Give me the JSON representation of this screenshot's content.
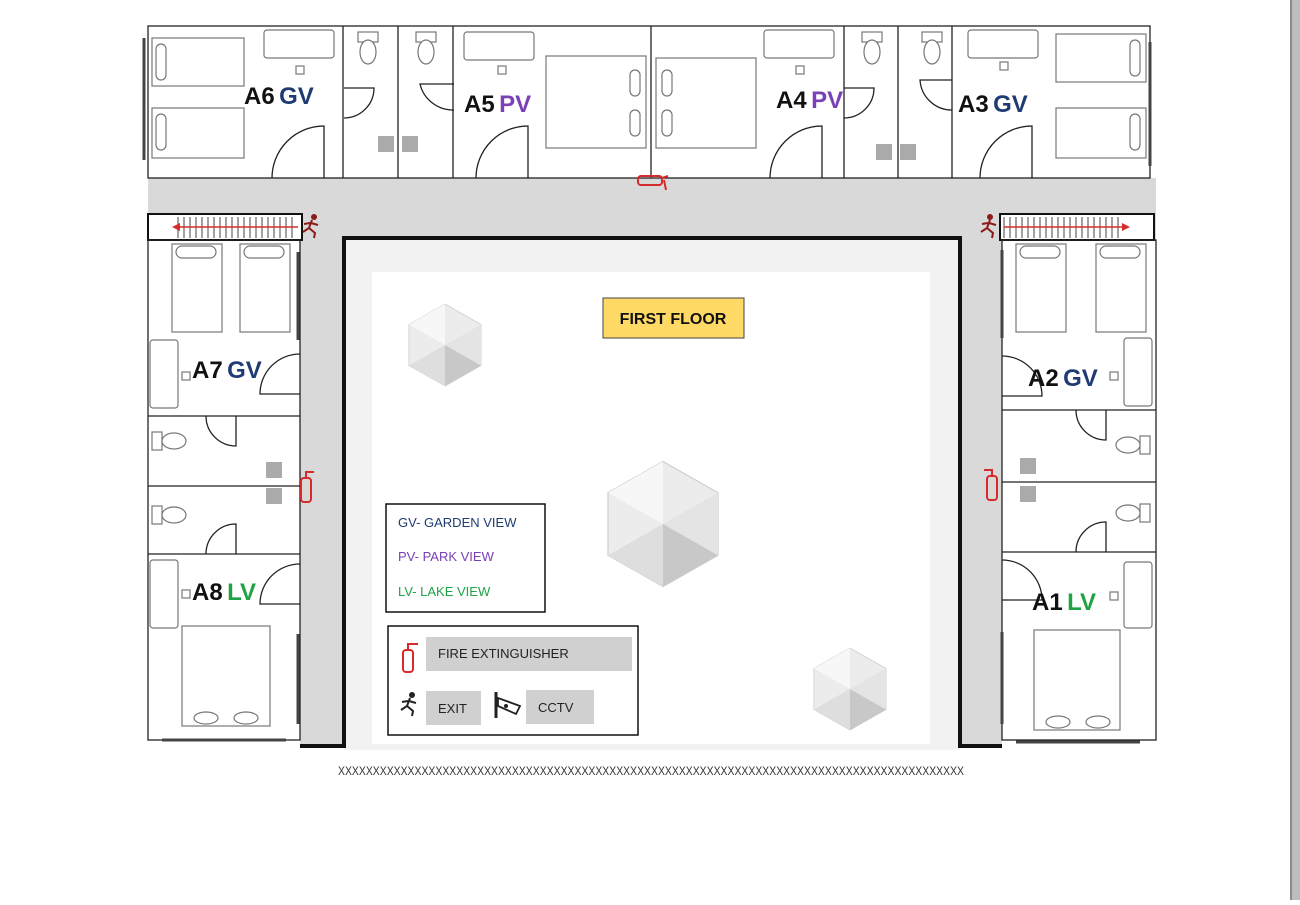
{
  "floor_label": "FIRST FLOOR",
  "rooms": [
    {
      "code": "A6",
      "view": "GV",
      "view_color": "#1f3b73"
    },
    {
      "code": "A5",
      "view": "PV",
      "view_color": "#7b3fb6"
    },
    {
      "code": "A4",
      "view": "PV",
      "view_color": "#7b3fb6"
    },
    {
      "code": "A3",
      "view": "GV",
      "view_color": "#1f3b73"
    },
    {
      "code": "A7",
      "view": "GV",
      "view_color": "#1f3b73"
    },
    {
      "code": "A2",
      "view": "GV",
      "view_color": "#1f3b73"
    },
    {
      "code": "A8",
      "view": "LV",
      "view_color": "#1fa344"
    },
    {
      "code": "A1",
      "view": "LV",
      "view_color": "#1fa344"
    }
  ],
  "view_legend": [
    {
      "text": "GV- GARDEN VIEW",
      "color": "#1f3b73"
    },
    {
      "text": "PV- PARK VIEW",
      "color": "#7b3fb6"
    },
    {
      "text": "LV- LAKE VIEW",
      "color": "#1fa344"
    }
  ],
  "symbol_legend": {
    "fire_extinguisher": "FIRE EXTINGUISHER",
    "exit": "EXIT",
    "cctv": "CCTV"
  },
  "fence_marks": "XXXXXXXXXXXXXXXXXXXXXXXXXXXXXXXXXXXXXXXXXXXXXXXXXXXXXXXXXXXXXXXXXXXXXXXXXXXXXXXXXXXXXXXXXX",
  "colors": {
    "corridor": "#d9d9d9",
    "label_box": "#ffd966",
    "symbol_red": "#d62b2b",
    "exit_figure": "#8b1a1a"
  },
  "icons": [
    "fire-extinguisher-icon",
    "exit-icon",
    "cctv-icon",
    "toilet-icon",
    "shower-icon",
    "bed-icon",
    "sink-icon",
    "hexagon-ornament"
  ]
}
